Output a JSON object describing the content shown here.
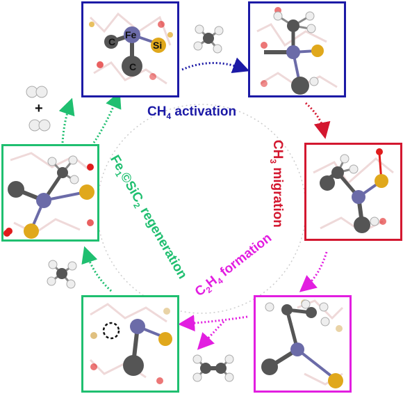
{
  "colors": {
    "activation": "#1c1aa6",
    "migration": "#d3172f",
    "formation": "#e21ee0",
    "regeneration": "#1fbf70",
    "carbon": "#555555",
    "iron": "#6b6ba8",
    "silicon": "#e0a81c",
    "oxygen": "#e01c1c",
    "hydrogen": "#eeeeee"
  },
  "labels": {
    "activation": {
      "main": "CH",
      "sub": "4",
      "rest": " activation"
    },
    "migration": {
      "main": "CH",
      "sub": "3",
      "rest": " migration"
    },
    "formation": {
      "a": "C",
      "sub1": "2",
      "b": "H",
      "sub2": "4",
      "rest": " formation"
    },
    "regeneration": {
      "a": "Fe",
      "sub1": "1",
      "b": "©SiC",
      "sub2": "2",
      "rest": " regeneration"
    }
  },
  "atoms": {
    "c": "C",
    "fe": "Fe",
    "si": "Si",
    "plus": "+"
  }
}
